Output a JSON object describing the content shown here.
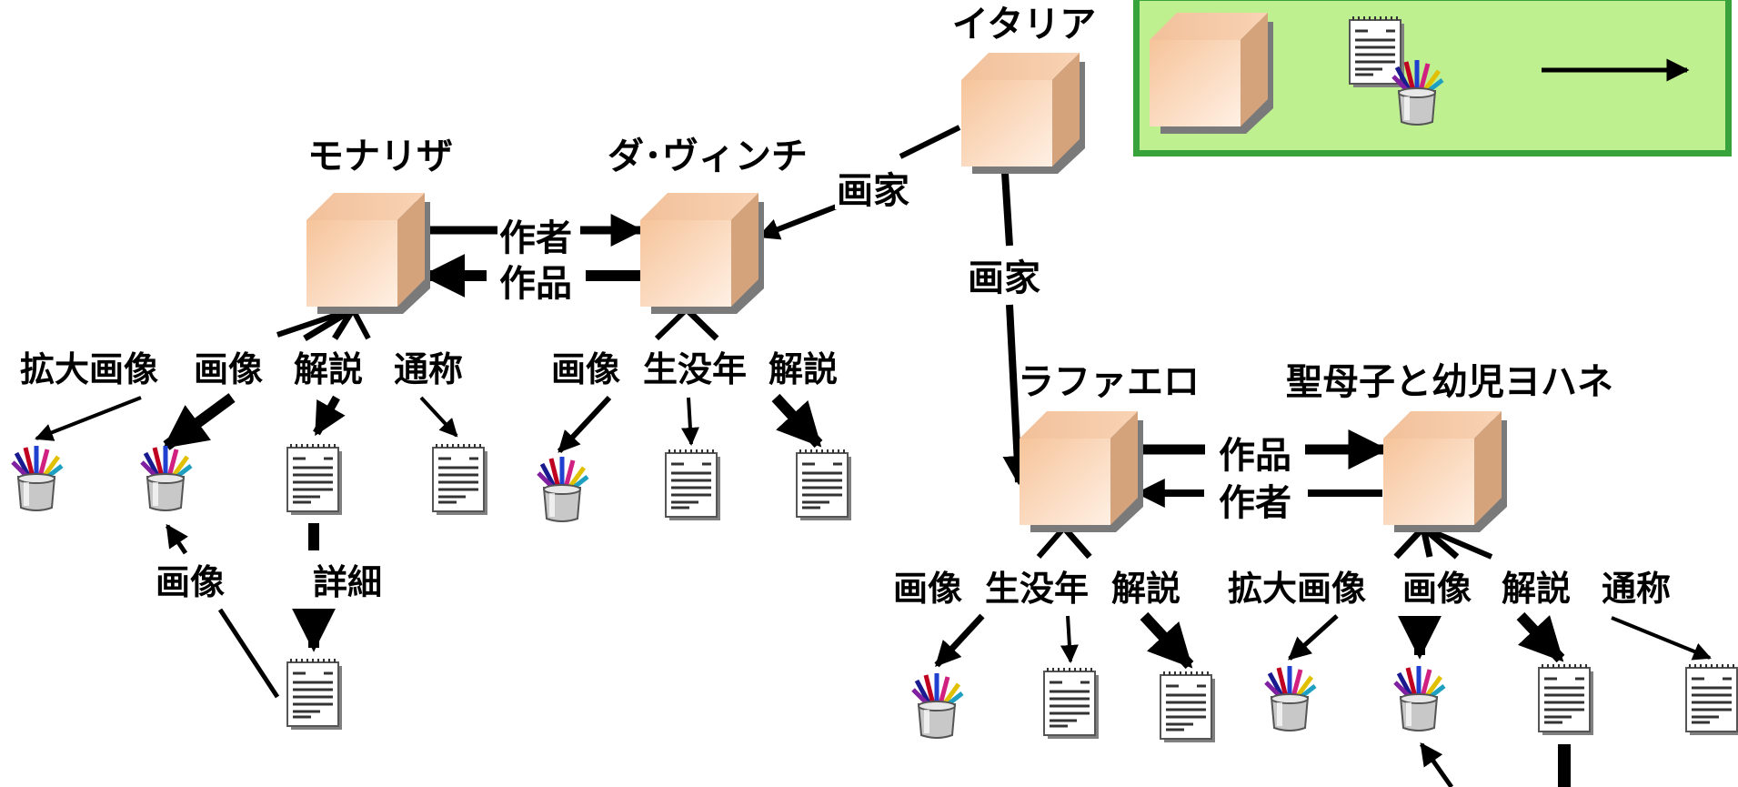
{
  "nodes": {
    "italy": "イタリア",
    "mona_lisa": "モナリザ",
    "da_vinci": "ダ･ヴィンチ",
    "raphael": "ラファエロ",
    "madonna": "聖母子と幼児ヨハネ"
  },
  "relations": {
    "author": "作者",
    "work": "作品",
    "painter": "画家",
    "image": "画像",
    "enlarged_image": "拡大画像",
    "commentary": "解説",
    "common_name": "通称",
    "life_years": "生没年",
    "detail": "詳細"
  },
  "icons": [
    "cube-icon",
    "pencil-cup-icon",
    "document-icon",
    "arrow-icon"
  ],
  "colors": {
    "cube_front": "#fbd5b3",
    "cube_side": "#d9a47c",
    "legend_bg": "#bff08f",
    "legend_border": "#38a33a"
  }
}
